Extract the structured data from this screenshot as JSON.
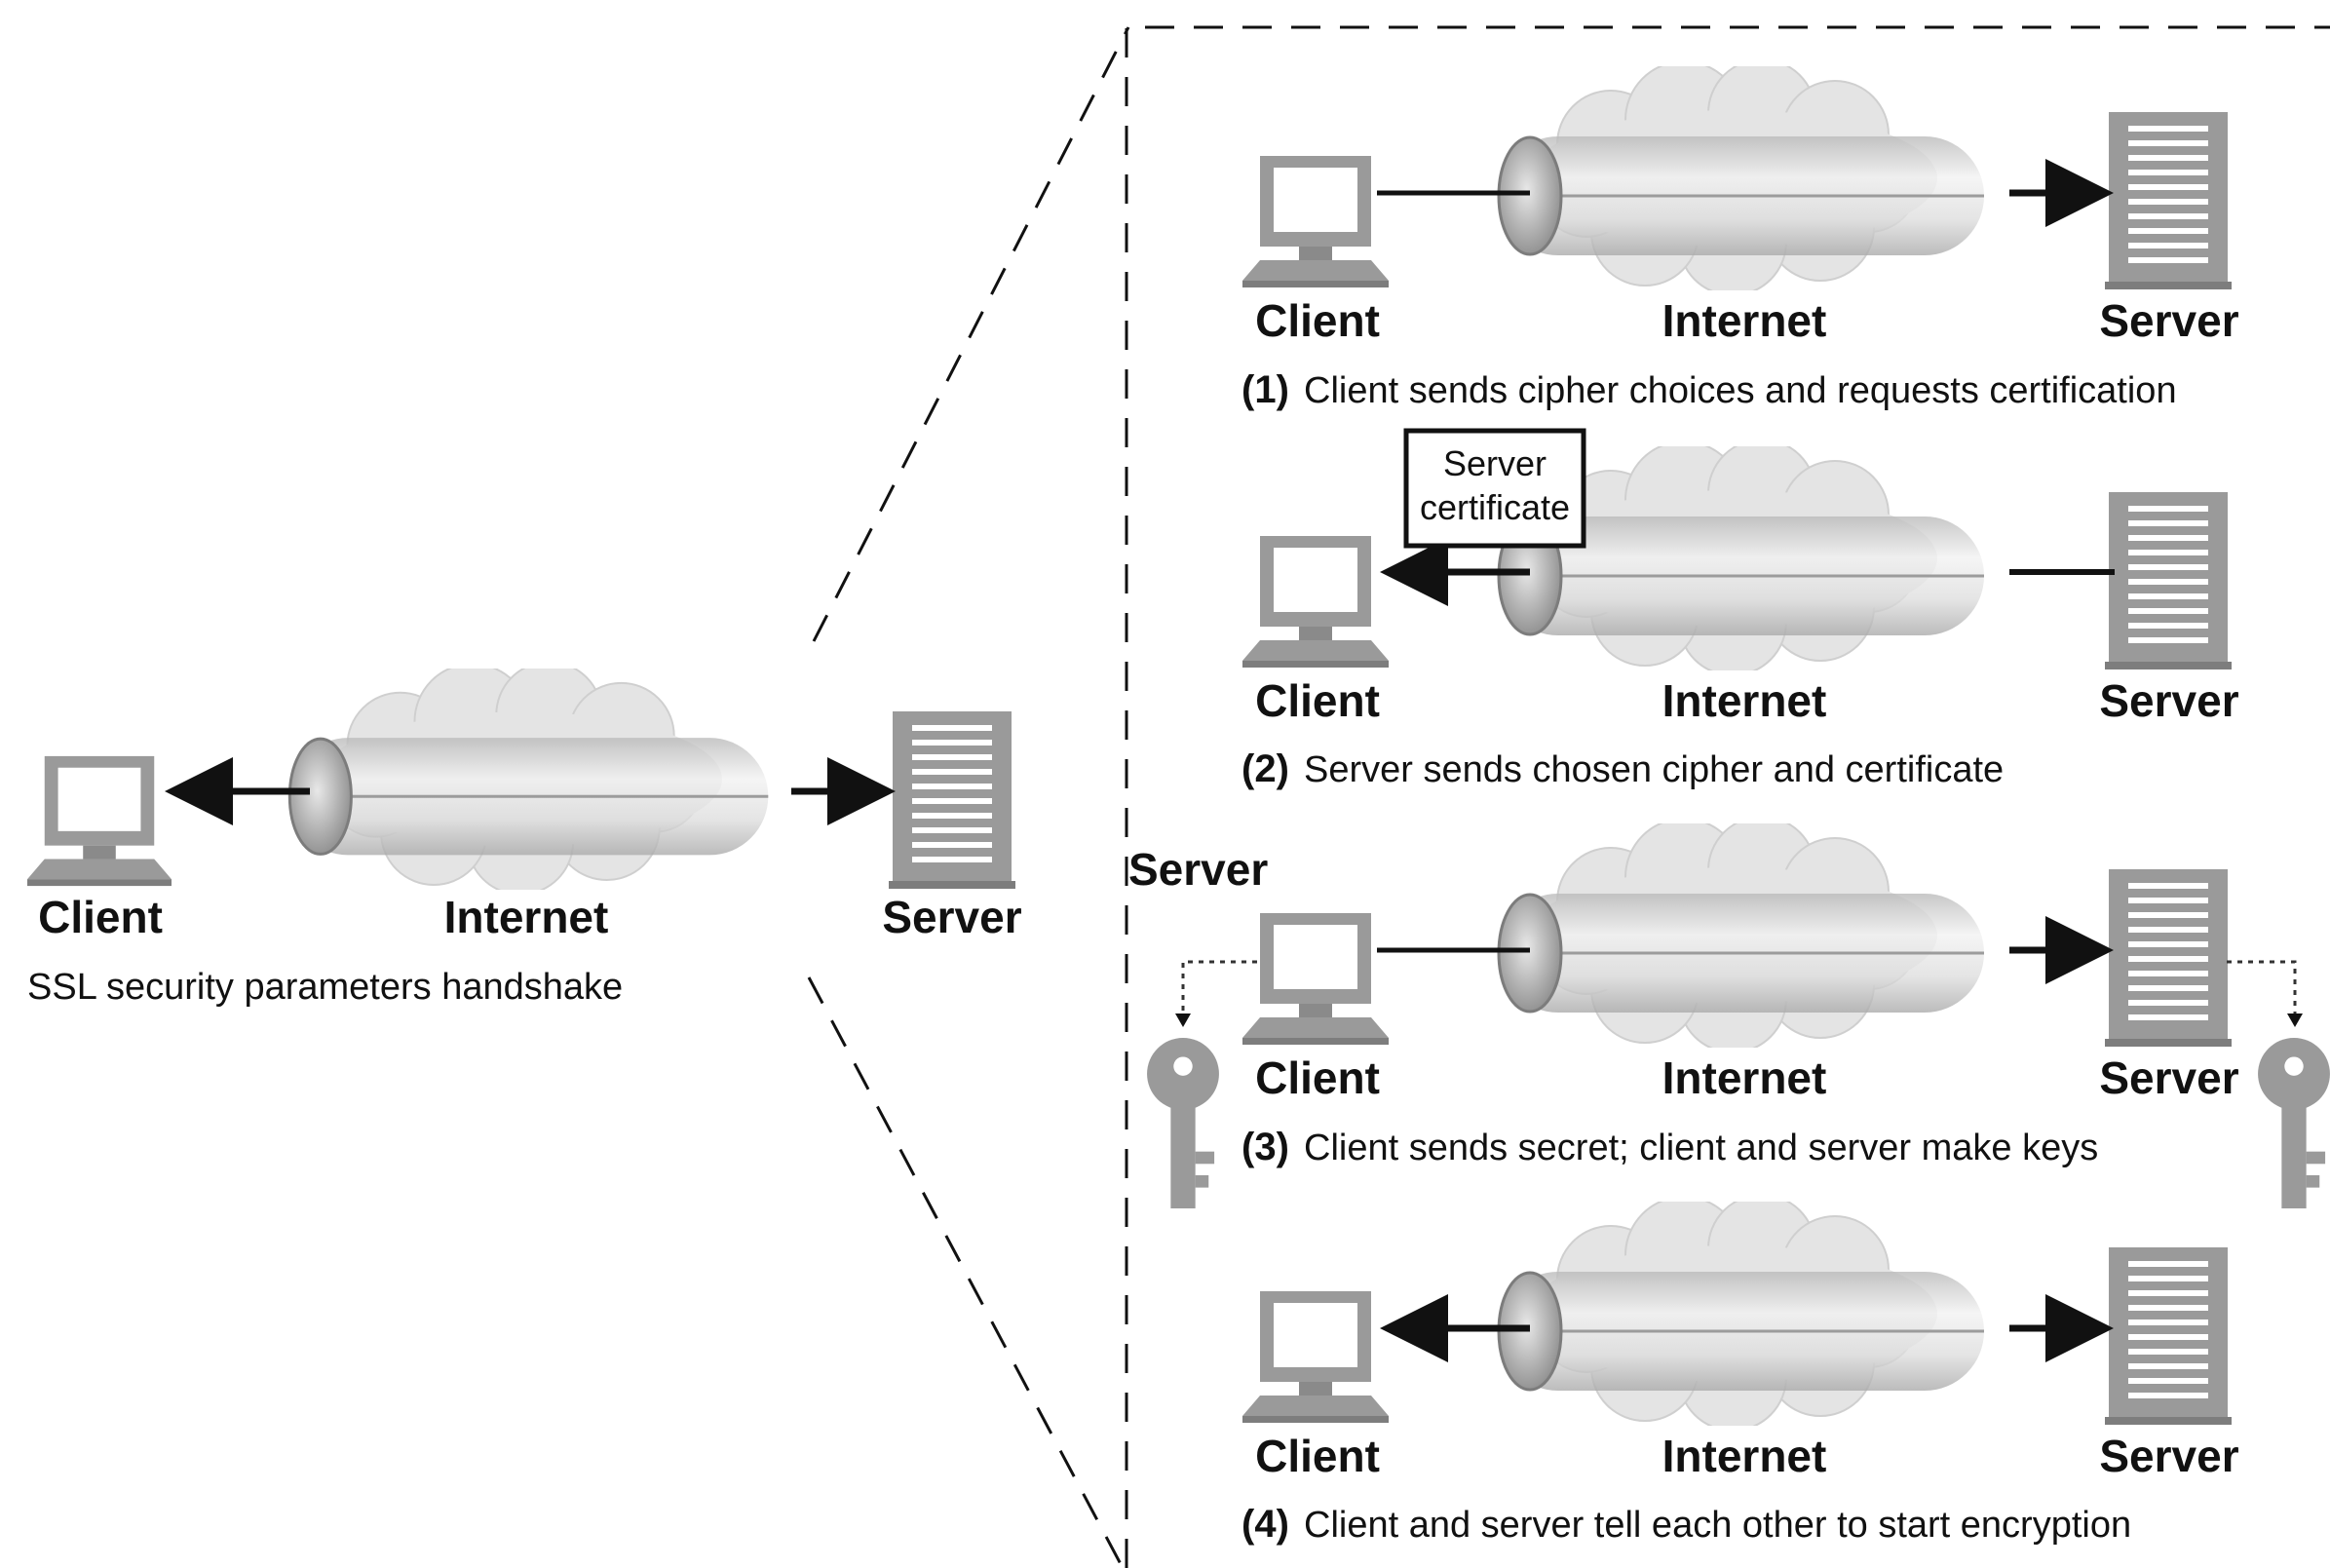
{
  "labels": {
    "client": "Client",
    "internet": "Internet",
    "server": "Server"
  },
  "overview": {
    "caption": "SSL security parameters handshake"
  },
  "steps": [
    {
      "num": "(1)",
      "text": "Client sends cipher choices and requests certification"
    },
    {
      "num": "(2)",
      "text": "Server sends chosen cipher and certificate"
    },
    {
      "num": "(3)",
      "text": "Client sends secret; client and server make keys"
    },
    {
      "num": "(4)",
      "text": "Client and server tell each other to start encryption"
    }
  ],
  "certificate_box": {
    "line1": "Server",
    "line2": "certificate"
  },
  "stray_label": "Server",
  "colors": {
    "device": "#9a9a9a",
    "device_dark": "#7d7d7d",
    "screen": "#ffffff",
    "cloud": "#e4e4e4",
    "tube": "#d2d2d2",
    "line": "#111111"
  },
  "icons": [
    "client-computer-icon",
    "server-icon",
    "internet-cloud-icon",
    "key-icon",
    "arrow-icon"
  ]
}
